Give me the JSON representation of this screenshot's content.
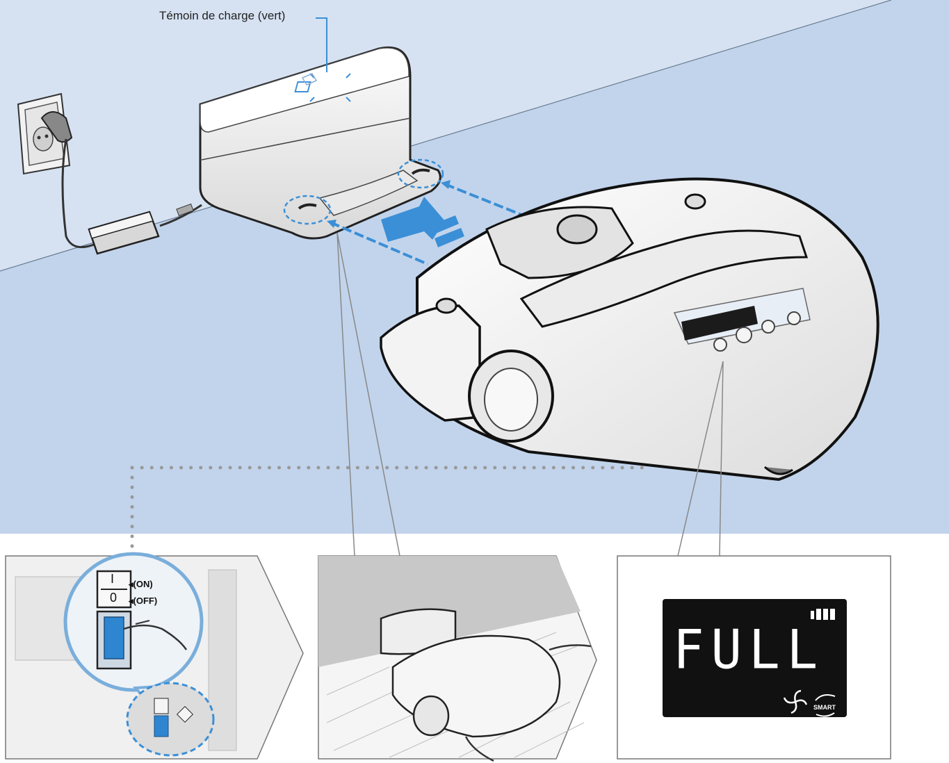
{
  "callout": {
    "label": "Témoin de charge (vert)"
  },
  "switch": {
    "on_label": "(ON)",
    "off_label": "(OFF)",
    "on_symbol": "I",
    "off_symbol": "0"
  },
  "display": {
    "text": "FULL",
    "smart_label": "SMART"
  },
  "colors": {
    "background_top": "#d4e1f1",
    "background_floor": "#c0d2eb",
    "arrow_blue": "#3b8fd6",
    "lcd_black": "#111111",
    "outline": "#444444"
  },
  "icons": [
    "wall-outlet-icon",
    "power-adapter-icon",
    "fan-icon",
    "smart-icon",
    "battery-icon"
  ]
}
